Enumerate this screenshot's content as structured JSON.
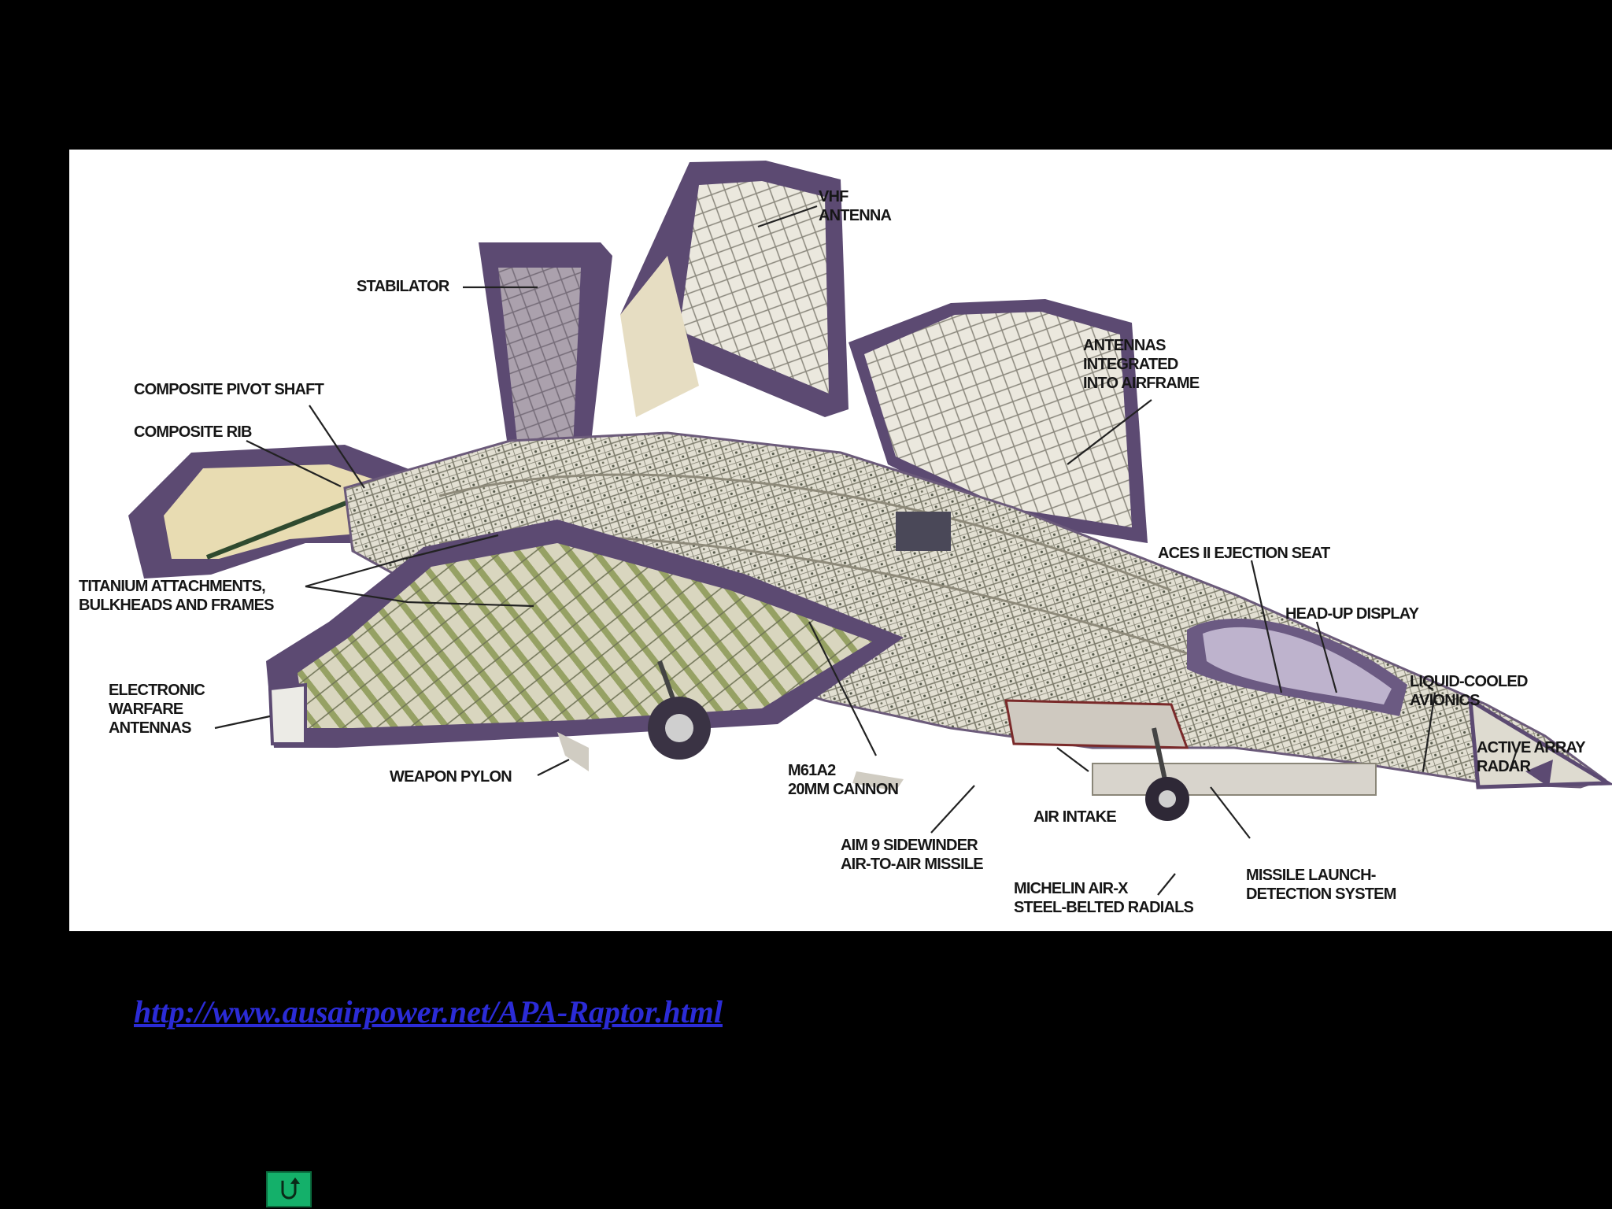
{
  "diagram": {
    "labels": {
      "vhf_antenna": "VHF\nANTENNA",
      "stabilator": "STABILATOR",
      "antennas_integrated": "ANTENNAS\nINTEGRATED\nINTO AIRFRAME",
      "composite_pivot_shaft": "COMPOSITE PIVOT SHAFT",
      "composite_rib": "COMPOSITE RIB",
      "titanium_attachments": "TITANIUM ATTACHMENTS,\nBULKHEADS AND FRAMES",
      "aces_ejection_seat": "ACES II EJECTION SEAT",
      "head_up_display": "HEAD-UP DISPLAY",
      "liquid_cooled_avionics": "LIQUID-COOLED\nAVIONICS",
      "electronic_warfare_antennas": "ELECTRONIC\nWARFARE\nANTENNAS",
      "active_array_radar": "ACTIVE ARRAY\nRADAR",
      "weapon_pylon": "WEAPON PYLON",
      "m61a2_cannon": "M61A2\n20MM CANNON",
      "air_intake": "AIR INTAKE",
      "aim9_sidewinder": "AIM 9 SIDEWINDER\nAIR-TO-AIR MISSILE",
      "missile_launch_detection": "MISSILE LAUNCH-\nDETECTION SYSTEM",
      "michelin_radials": "MICHELIN AIR-X\nSTEEL-BELTED RADIALS"
    }
  },
  "source_link": {
    "text": "http://www.ausairpower.net/APA-Raptor.html"
  },
  "nav": {
    "return_icon": "return-arrow-icon"
  },
  "colors": {
    "background": "#000000",
    "panel": "#ffffff",
    "airframe_purple": "#5a4a6e",
    "structure_light": "#e6e3d8",
    "structure_green": "#8a9860",
    "link": "#2b2bd6",
    "button": "#14b06a"
  }
}
